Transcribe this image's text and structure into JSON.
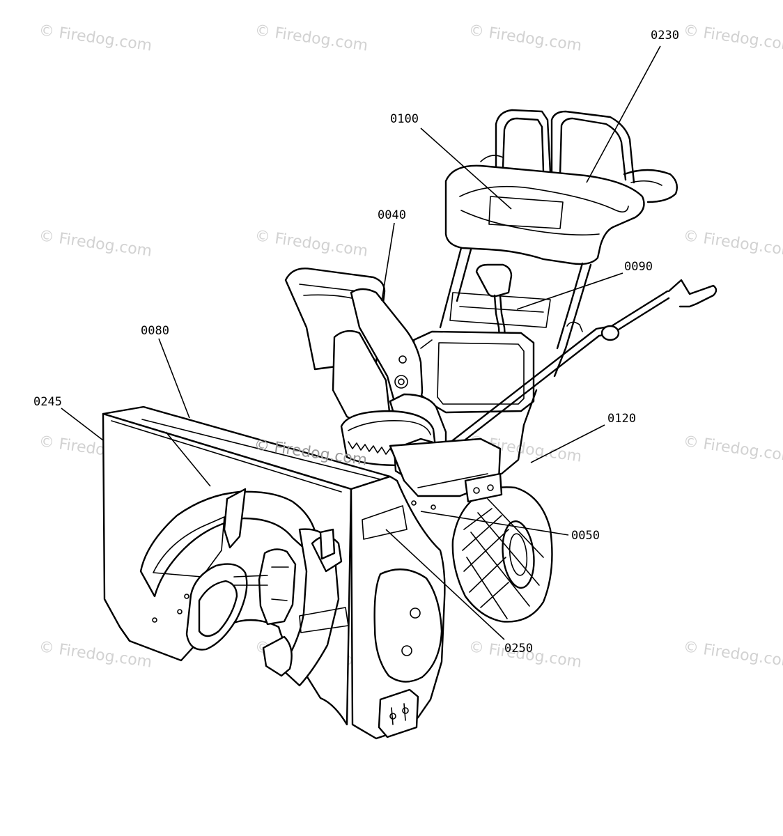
{
  "watermark_text": "© Firedog.com",
  "callouts": {
    "c0230": "0230",
    "c0100": "0100",
    "c0040": "0040",
    "c0090": "0090",
    "c0080": "0080",
    "c0245": "0245",
    "c0120": "0120",
    "c0050": "0050",
    "c0250": "0250"
  }
}
